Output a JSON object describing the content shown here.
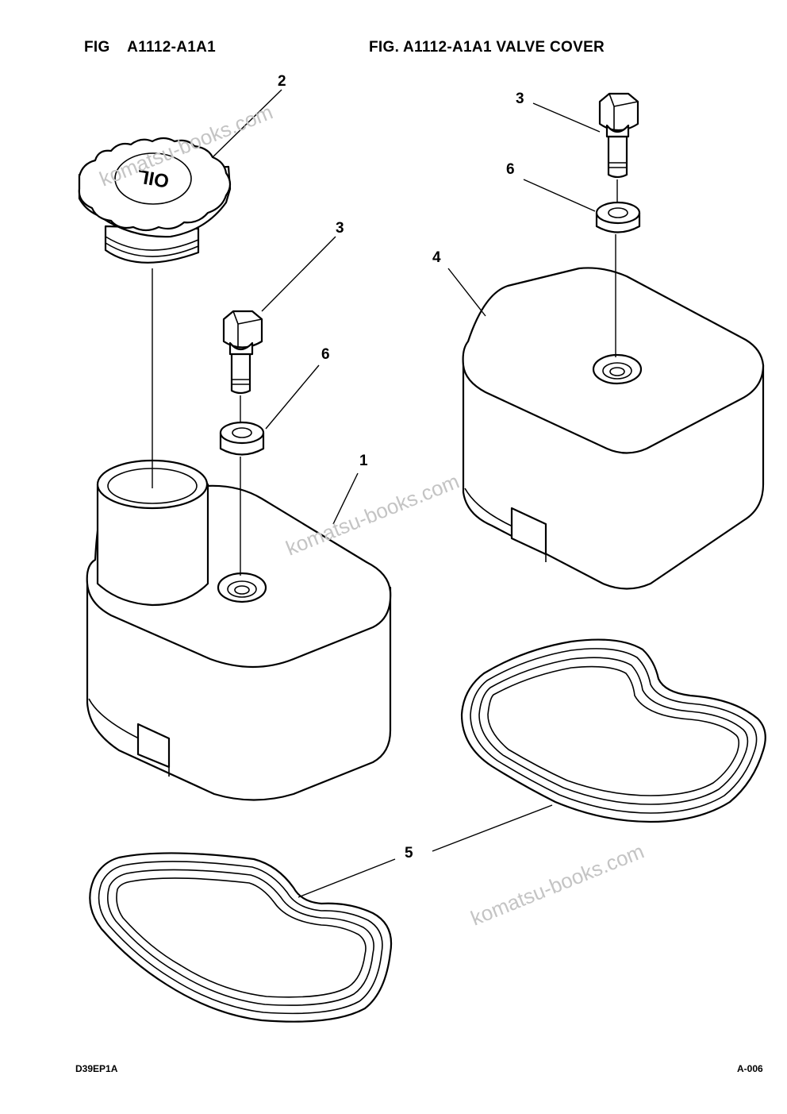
{
  "header": {
    "left_title": "FIG    A1112-A1A1",
    "right_title": "FIG. A1112-A1A1 VALVE COVER"
  },
  "footer": {
    "left_code": "D39EP1A",
    "right_code": "A-006"
  },
  "cap_text": "OIL",
  "callouts": {
    "c1": "1",
    "c2": "2",
    "c3a": "3",
    "c3b": "3",
    "c4": "4",
    "c5": "5",
    "c6a": "6",
    "c6b": "6"
  },
  "watermark": "komatsu-books.com"
}
